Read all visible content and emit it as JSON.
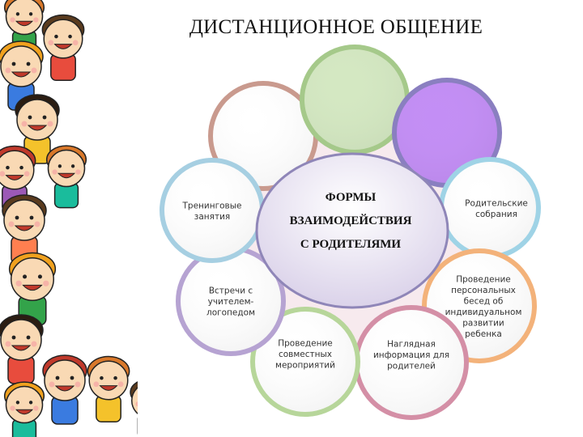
{
  "title": "ДИСТАНЦИОННОЕ ОБЩЕНИЕ",
  "center": {
    "lines": [
      "ФОРМЫ",
      "ВЗАИМОДЕЙСТВИЯ",
      "С РОДИТЕЛЯМИ"
    ]
  },
  "nodes": [
    {
      "id": "top-left-blank",
      "lines": [],
      "fill": "#ffffff",
      "stroke": "#c99a8e"
    },
    {
      "id": "top-blank",
      "lines": [],
      "fill": "#d4e8c2",
      "stroke": "#a5c98a"
    },
    {
      "id": "top-right-blank",
      "lines": [],
      "fill": "#c38ef5",
      "stroke": "#8a7fc0"
    },
    {
      "id": "parent-meetings",
      "lines": [
        "Родительские",
        "собрания"
      ],
      "fill": "#ffffff",
      "stroke": "#9fd3e6"
    },
    {
      "id": "personal-conversations",
      "lines": [
        "Проведение",
        "персональных",
        "бесед об",
        "индивидуальном",
        "развитии",
        "ребенка"
      ],
      "fill": "#ffffff",
      "stroke": "#f3b27a"
    },
    {
      "id": "visual-information",
      "lines": [
        "Наглядная",
        "информация для",
        "родителей"
      ],
      "fill": "#ffffff",
      "stroke": "#d48fa6"
    },
    {
      "id": "joint-events",
      "lines": [
        "Проведение",
        "совместных",
        "мероприятий"
      ],
      "fill": "#ffffff",
      "stroke": "#b7d69a"
    },
    {
      "id": "speech-therapist-meetings",
      "lines": [
        "Встречи с",
        "учителем-",
        "логопедом"
      ],
      "fill": "#ffffff",
      "stroke": "#b6a3d2"
    },
    {
      "id": "training-sessions",
      "lines": [
        "Тренинговые",
        "занятия"
      ],
      "fill": "#ffffff",
      "stroke": "#a6cfe2"
    }
  ],
  "colors": {
    "center_fill_top": "#ffffff",
    "center_fill_bottom": "#d8cfe8",
    "center_stroke": "#8f86b8",
    "ring_fill": "#f7eaee",
    "ring_stroke": "#c9a6b8"
  },
  "decor": {
    "left_border": "cartoon-children-border"
  }
}
